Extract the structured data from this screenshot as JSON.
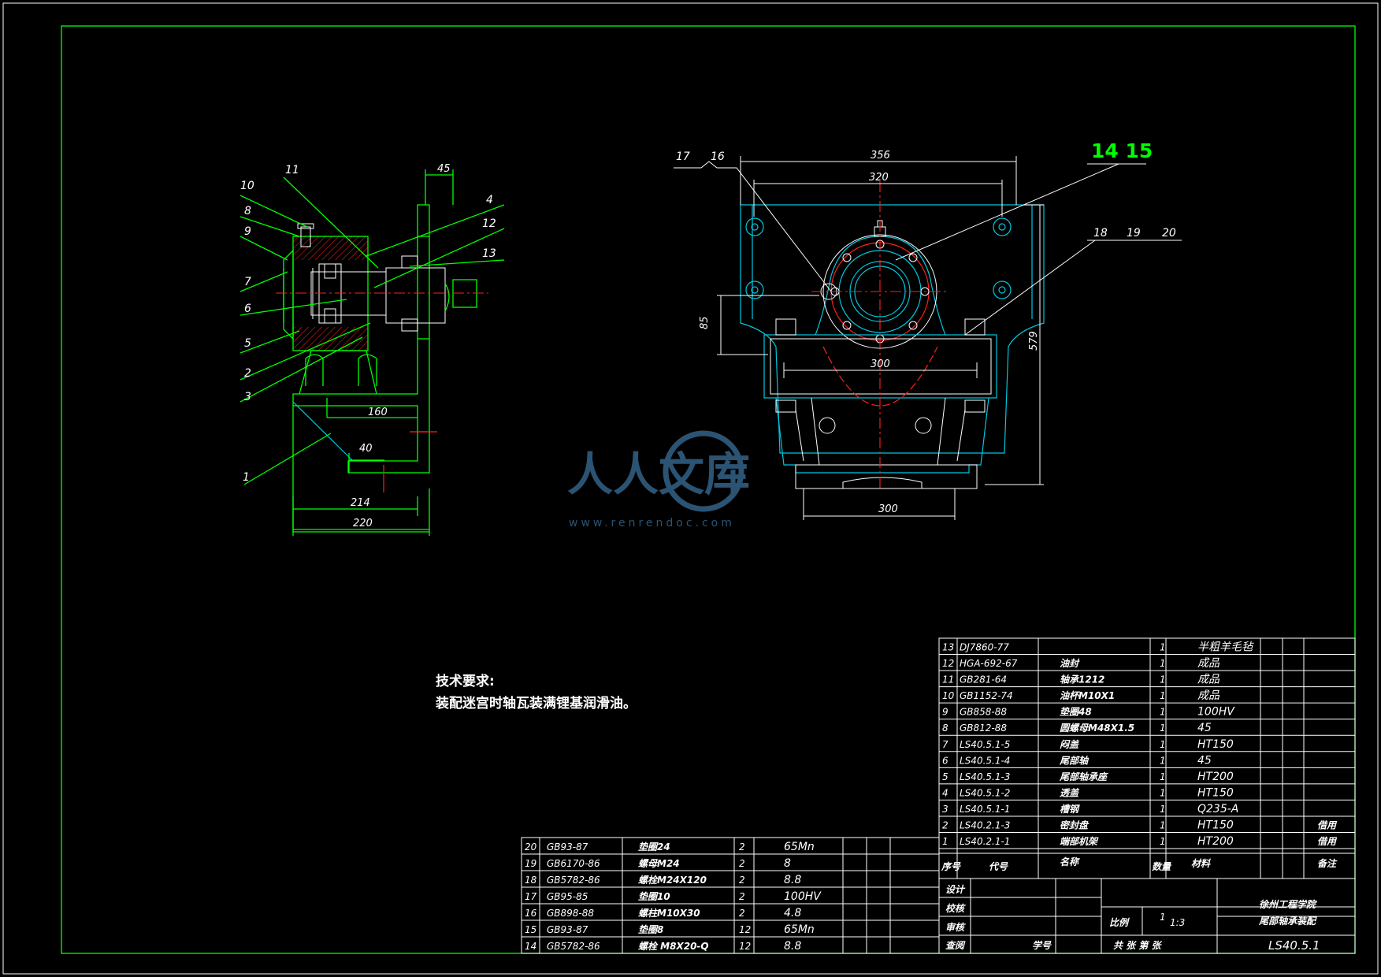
{
  "side_view": {
    "labels": [
      "1",
      "2",
      "3",
      "4",
      "5",
      "6",
      "7",
      "8",
      "9",
      "10",
      "11",
      "12",
      "13"
    ],
    "dims": {
      "top": "45",
      "d160": "160",
      "d40": "40",
      "d214": "214",
      "d220": "220"
    }
  },
  "front_view": {
    "labels_left": [
      "17",
      "16"
    ],
    "labels_big": "14  15",
    "labels_right": [
      "18",
      "19",
      "20"
    ],
    "dims": {
      "w356": "356",
      "w320": "320",
      "h85": "85",
      "w300a": "300",
      "h579": "579",
      "w300b": "300"
    }
  },
  "tech_requirements": {
    "title": "技术要求:",
    "line1": "装配迷宫时轴瓦装满锂基润滑油。"
  },
  "watermark": {
    "brand": "人人文库",
    "url": "www.renrendoc.com"
  },
  "parts_upper": [
    {
      "no": "13",
      "code": "DJ7860-77",
      "name": "",
      "qty": "1",
      "material": "半粗羊毛毡",
      "note": ""
    },
    {
      "no": "12",
      "code": "HGA-692-67",
      "name": "油封",
      "qty": "1",
      "material": "成品",
      "note": ""
    },
    {
      "no": "11",
      "code": "GB281-64",
      "name": "轴承1212",
      "qty": "1",
      "material": "成品",
      "note": ""
    },
    {
      "no": "10",
      "code": "GB1152-74",
      "name": "油杯M10X1",
      "qty": "1",
      "material": "成品",
      "note": ""
    },
    {
      "no": "9",
      "code": "GB858-88",
      "name": "垫圈48",
      "qty": "1",
      "material": "100HV",
      "note": ""
    },
    {
      "no": "8",
      "code": "GB812-88",
      "name": "圆螺母M48X1.5",
      "qty": "1",
      "material": "45",
      "note": ""
    },
    {
      "no": "7",
      "code": "LS40.5.1-5",
      "name": "闷盖",
      "qty": "1",
      "material": "HT150",
      "note": ""
    },
    {
      "no": "6",
      "code": "LS40.5.1-4",
      "name": "尾部轴",
      "qty": "1",
      "material": "45",
      "note": ""
    },
    {
      "no": "5",
      "code": "LS40.5.1-3",
      "name": "尾部轴承座",
      "qty": "1",
      "material": "HT200",
      "note": ""
    },
    {
      "no": "4",
      "code": "LS40.5.1-2",
      "name": "透盖",
      "qty": "1",
      "material": "HT150",
      "note": ""
    },
    {
      "no": "3",
      "code": "LS40.5.1-1",
      "name": "槽钢",
      "qty": "1",
      "material": "Q235-A",
      "note": ""
    },
    {
      "no": "2",
      "code": "LS40.2.1-3",
      "name": "密封盘",
      "qty": "1",
      "material": "HT150",
      "note": "借用"
    },
    {
      "no": "1",
      "code": "LS40.2.1-1",
      "name": "端部机架",
      "qty": "1",
      "material": "HT200",
      "note": "借用"
    }
  ],
  "parts_header": {
    "no": "序号",
    "code": "代号",
    "name": "名称",
    "qty": "数量",
    "material": "材料",
    "note": "备注"
  },
  "parts_lower": [
    {
      "no": "20",
      "code": "GB93-87",
      "name": "垫圈24",
      "qty": "2",
      "material": "65Mn"
    },
    {
      "no": "19",
      "code": "GB6170-86",
      "name": "螺母M24",
      "qty": "2",
      "material": "8"
    },
    {
      "no": "18",
      "code": "GB5782-86",
      "name": "螺栓M24X120",
      "qty": "2",
      "material": "8.8"
    },
    {
      "no": "17",
      "code": "GB95-85",
      "name": "垫圈10",
      "qty": "2",
      "material": "100HV"
    },
    {
      "no": "16",
      "code": "GB898-88",
      "name": "螺柱M10X30",
      "qty": "2",
      "material": "4.8"
    },
    {
      "no": "15",
      "code": "GB93-87",
      "name": "垫圈8",
      "qty": "12",
      "material": "65Mn"
    },
    {
      "no": "14",
      "code": "GB5782-86",
      "name": "螺栓 M8X20-Q",
      "qty": "12",
      "material": "8.8"
    }
  ],
  "title_block": {
    "design": "设计",
    "check": "校核",
    "review": "审核",
    "standard": "查阅",
    "student_no": "学号",
    "scale_label": "比例",
    "scale_qty": "1",
    "scale_value": "1:3",
    "sheets": "共    张    第    张",
    "school": "徐州工程学院",
    "drawing_name": "尾部轴承装配",
    "drawing_no": "LS40.5.1"
  }
}
